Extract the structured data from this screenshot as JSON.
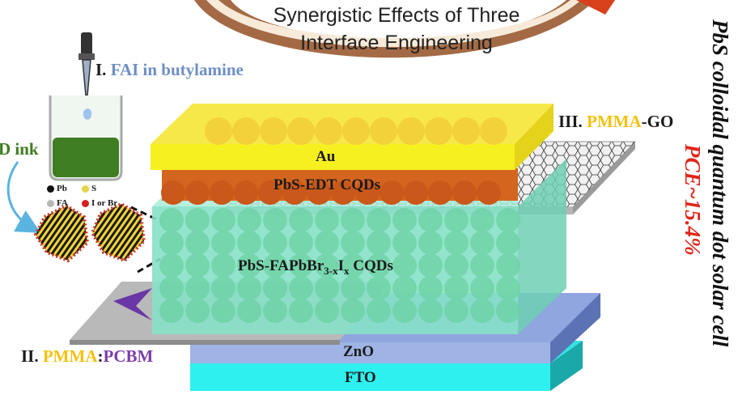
{
  "banner": {
    "title_line1": "Synergistic Effects of Three",
    "title_line2": "Interface Engineering"
  },
  "side_title": "PbS colloidal quantum dot solar cell",
  "pce": "PCE~15.4%",
  "step1": {
    "numeral": "I.",
    "text": "FAI in butylamine"
  },
  "step2": {
    "numeral": "II.",
    "part1": "PMMA",
    "sep": ":",
    "part2": "PCBM"
  },
  "step3": {
    "numeral": "III.",
    "part1": "PMMA",
    "sep": "-",
    "part2": "GO"
  },
  "ink_label": "D ink",
  "legend": [
    {
      "label": "Pb",
      "color": "#111111"
    },
    {
      "label": "S",
      "color": "#e8d24a"
    },
    {
      "label": "FA",
      "color": "#b8b8b8"
    },
    {
      "label": "I or Br",
      "color": "#d42020"
    }
  ],
  "layers": {
    "au": "Au",
    "edt": "PbS-EDT CQDs",
    "absorber": {
      "base": "PbS-FAPbBr",
      "sub1": "3-x",
      "mid": "I",
      "sub2": "x",
      "tail": " CQDs"
    },
    "zno": "ZnO",
    "fto": "FTO"
  },
  "colors": {
    "accent_yellow": "#f4c20d",
    "accent_purple": "#7b3fa8",
    "step_blue": "#6f8fc4",
    "pce_red": "#e0261b",
    "fto": "#2ef0ef",
    "zno": "#9fb4e4",
    "au": "#f7f020",
    "edt": "#d4651f",
    "absorber": "#86e1c8"
  }
}
